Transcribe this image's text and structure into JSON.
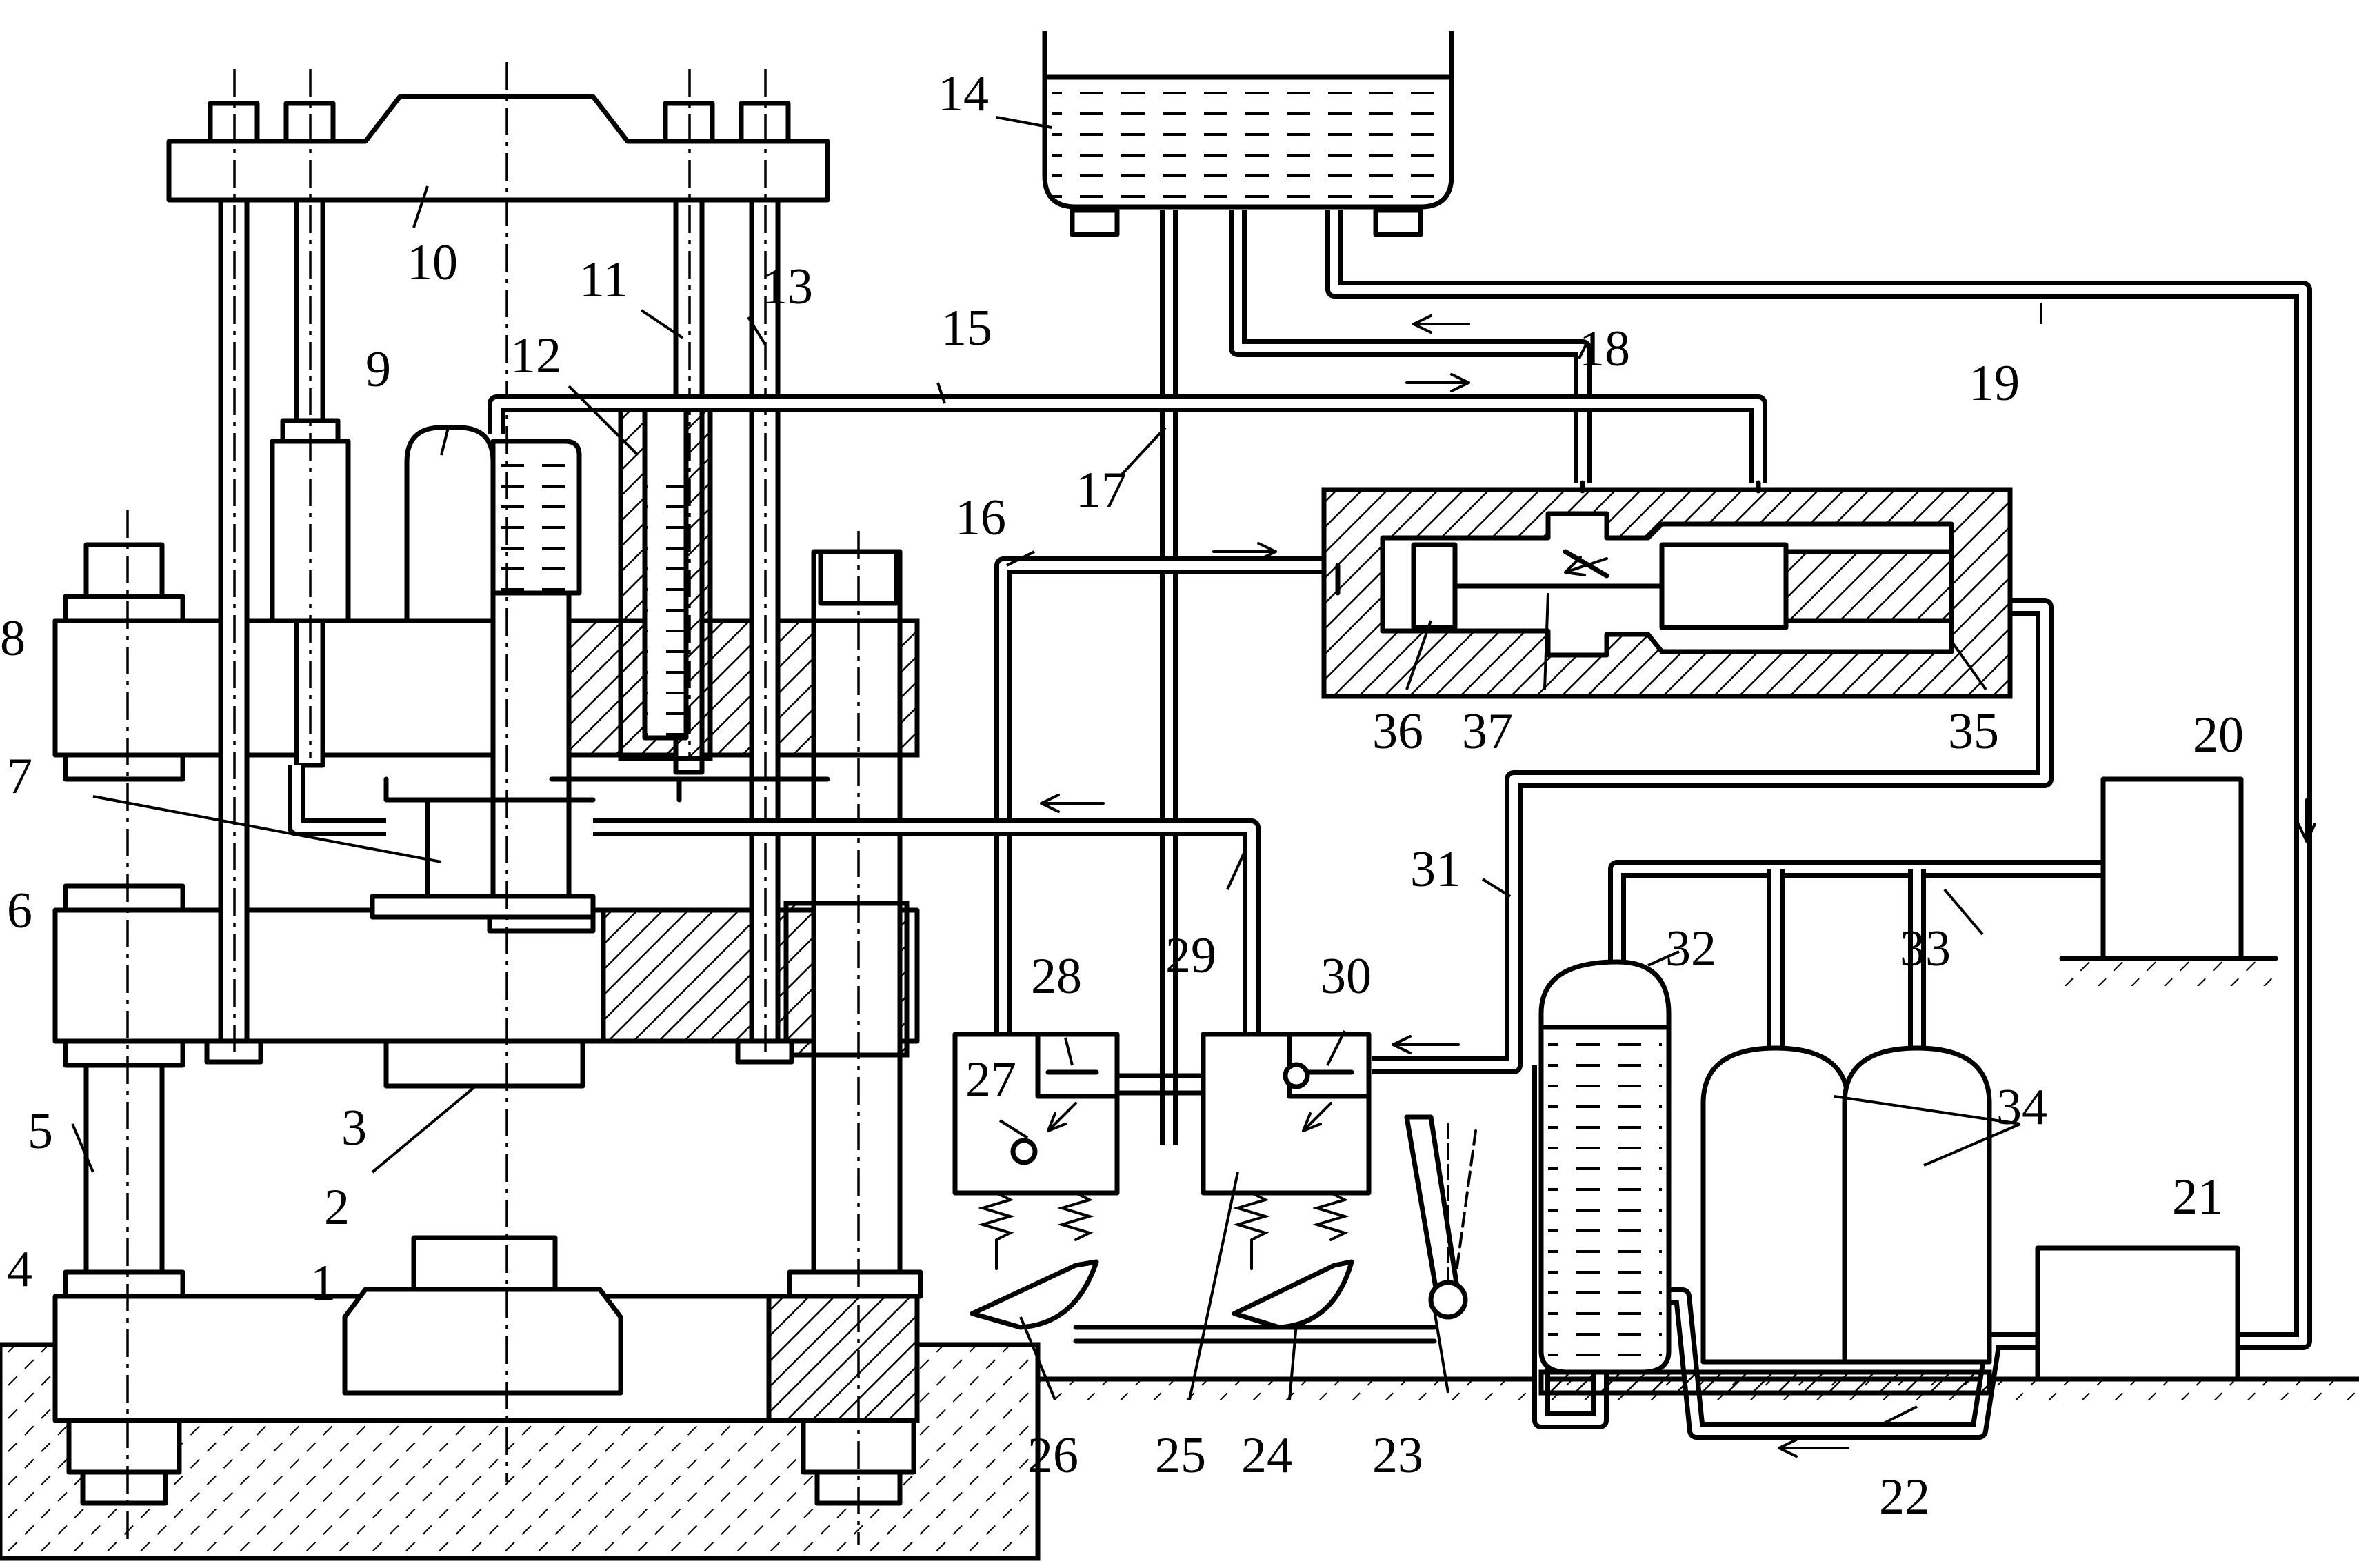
{
  "diagram": {
    "part_labels": [
      "1",
      "2",
      "3",
      "4",
      "5",
      "6",
      "7",
      "8",
      "9",
      "10",
      "11",
      "12",
      "13",
      "14",
      "15",
      "16",
      "17",
      "18",
      "19",
      "20",
      "21",
      "22",
      "23",
      "24",
      "25",
      "26",
      "27",
      "28",
      "29",
      "30",
      "31",
      "32",
      "33",
      "34",
      "35",
      "36",
      "37"
    ]
  }
}
